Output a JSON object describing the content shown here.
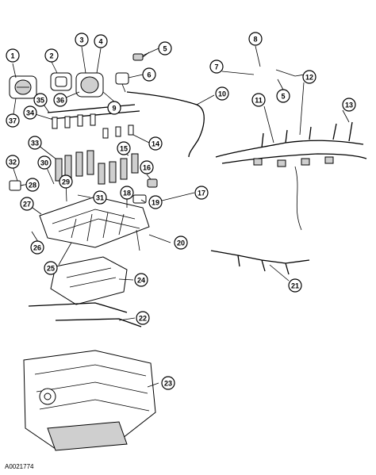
{
  "figure_code": "A0021774",
  "callouts": [
    {
      "n": "1"
    },
    {
      "n": "2"
    },
    {
      "n": "3"
    },
    {
      "n": "4"
    },
    {
      "n": "5"
    },
    {
      "n": "6"
    },
    {
      "n": "7"
    },
    {
      "n": "8"
    },
    {
      "n": "5"
    },
    {
      "n": "9"
    },
    {
      "n": "10"
    },
    {
      "n": "11"
    },
    {
      "n": "12"
    },
    {
      "n": "13"
    },
    {
      "n": "14"
    },
    {
      "n": "15"
    },
    {
      "n": "16"
    },
    {
      "n": "17"
    },
    {
      "n": "18"
    },
    {
      "n": "19"
    },
    {
      "n": "20"
    },
    {
      "n": "21"
    },
    {
      "n": "22"
    },
    {
      "n": "23"
    },
    {
      "n": "24"
    },
    {
      "n": "25"
    },
    {
      "n": "26"
    },
    {
      "n": "27"
    },
    {
      "n": "28"
    },
    {
      "n": "29"
    },
    {
      "n": "30"
    },
    {
      "n": "31"
    },
    {
      "n": "32"
    },
    {
      "n": "33"
    },
    {
      "n": "34"
    },
    {
      "n": "35"
    },
    {
      "n": "36"
    },
    {
      "n": "37"
    }
  ]
}
